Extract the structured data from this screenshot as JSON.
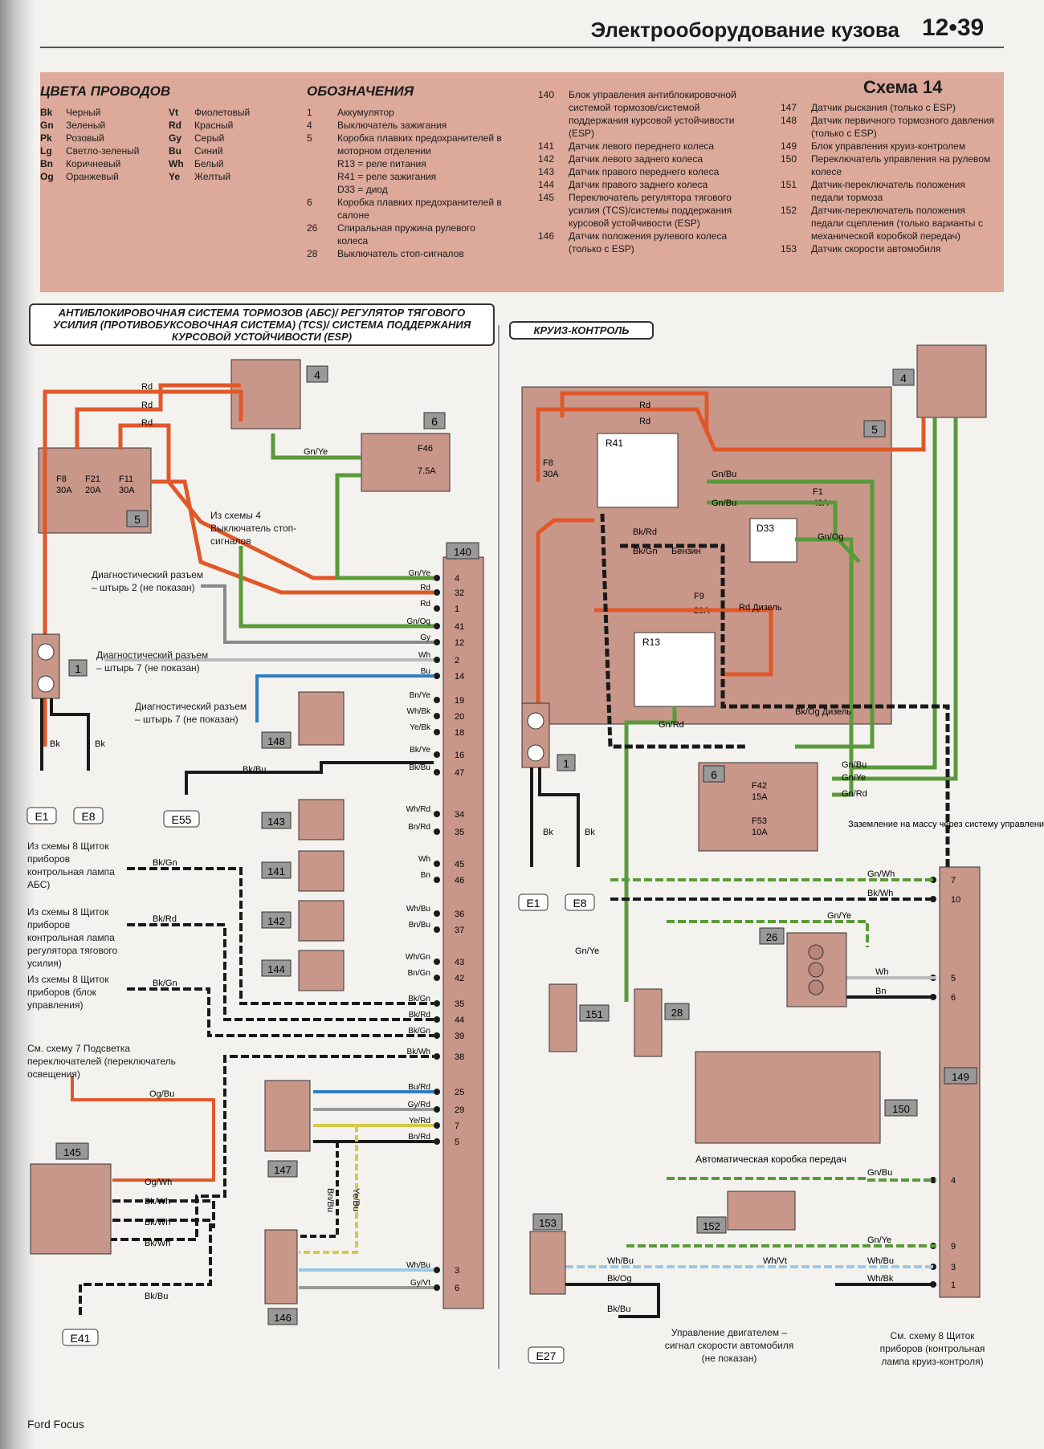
{
  "header": {
    "title": "Электрооборудование кузова",
    "page": "12•39"
  },
  "legend": {
    "wire_colors_title": "ЦВЕТА ПРОВОДОВ",
    "wire_colors_left": [
      {
        "code": "Bk",
        "name": "Черный"
      },
      {
        "code": "Gn",
        "name": "Зеленый"
      },
      {
        "code": "Pk",
        "name": "Розовый"
      },
      {
        "code": "Lg",
        "name": "Светло-зеленый"
      },
      {
        "code": "Bn",
        "name": "Коричневый"
      },
      {
        "code": "Og",
        "name": "Оранжевый"
      }
    ],
    "wire_colors_right": [
      {
        "code": "Vt",
        "name": "Фиолетовый"
      },
      {
        "code": "Rd",
        "name": "Красный"
      },
      {
        "code": "Gy",
        "name": "Серый"
      },
      {
        "code": "Bu",
        "name": "Синий"
      },
      {
        "code": "Wh",
        "name": "Белый"
      },
      {
        "code": "Ye",
        "name": "Желтый"
      }
    ],
    "designations_title": "ОБОЗНАЧЕНИЯ",
    "scheme_label": "Схема 14",
    "items_col1": [
      {
        "num": "1",
        "text": "Аккумулятор"
      },
      {
        "num": "4",
        "text": "Выключатель зажигания"
      },
      {
        "num": "5",
        "text": "Коробка плавких предохранителей в моторном отделении"
      },
      {
        "num": "",
        "text": "R13 = реле питания"
      },
      {
        "num": "",
        "text": "R41 = реле зажигания"
      },
      {
        "num": "",
        "text": "D33 = диод"
      },
      {
        "num": "6",
        "text": "Коробка плавких предохранителей в салоне"
      },
      {
        "num": "26",
        "text": "Спиральная пружина рулевого колеса"
      },
      {
        "num": "28",
        "text": "Выключатель стоп-сигналов"
      }
    ],
    "items_col2": [
      {
        "num": "140",
        "text": "Блок управления антиблокировочной системой тормозов/системой поддержания курсовой устойчивости (ESP)"
      },
      {
        "num": "141",
        "text": "Датчик левого переднего колеса"
      },
      {
        "num": "142",
        "text": "Датчик левого заднего колеса"
      },
      {
        "num": "143",
        "text": "Датчик правого переднего колеса"
      },
      {
        "num": "144",
        "text": "Датчик правого заднего колеса"
      },
      {
        "num": "145",
        "text": "Переключатель регулятора тягового усилия (TCS)/системы поддержания курсовой устойчивости (ESP)"
      },
      {
        "num": "146",
        "text": "Датчик положения рулевого колеса (только с ESP)"
      }
    ],
    "items_col3": [
      {
        "num": "147",
        "text": "Датчик рыскания (только с ESP)"
      },
      {
        "num": "148",
        "text": "Датчик первичного тормозного давления (только с ESP)"
      },
      {
        "num": "149",
        "text": "Блок управления круиз-контролем"
      },
      {
        "num": "150",
        "text": "Переключатель управления на рулевом колесе"
      },
      {
        "num": "151",
        "text": "Датчик-переключатель положения педали тормоза"
      },
      {
        "num": "152",
        "text": "Датчик-переключатель положения педали сцепления (только варианты с механической коробкой передач)"
      },
      {
        "num": "153",
        "text": "Датчик скорости автомобиля"
      }
    ]
  },
  "left_diagram": {
    "section_title": "АНТИБЛОКИРОВОЧНАЯ СИСТЕМА ТОРМОЗОВ (АБС)/ РЕГУЛЯТОР ТЯГОВОГО УСИЛИЯ (ПРОТИВОБУКСОВОЧНАЯ СИСТЕМА) (TCS)/ СИСТЕМА ПОДДЕРЖАНИЯ КУРСОВОЙ УСТОЙЧИВОСТИ (ESP)",
    "fuses": [
      {
        "id": "F8",
        "rating": "30A"
      },
      {
        "id": "F21",
        "rating": "20A"
      },
      {
        "id": "F11",
        "rating": "30A"
      },
      {
        "id": "F46",
        "rating": "7.5A"
      }
    ],
    "pins_140": [
      "4",
      "32",
      "1",
      "41",
      "12",
      "2",
      "14",
      "19",
      "20",
      "18",
      "16",
      "47",
      "34",
      "35",
      "45",
      "46",
      "36",
      "37",
      "43",
      "42",
      "35",
      "44",
      "39",
      "38",
      "25",
      "29",
      "7",
      "5",
      "3",
      "6"
    ],
    "wires_140": [
      "Gn/Ye",
      "Rd",
      "Rd",
      "Gn/Og",
      "Gy",
      "Wh",
      "Bu",
      "Bn/Ye",
      "Wh/Bk",
      "Ye/Bk",
      "Bk/Ye",
      "Bk/Bu",
      "Wh/Rd",
      "Bn/Rd",
      "Wh",
      "Bn",
      "Wh/Bu",
      "Bn/Bu",
      "Wh/Gn",
      "Bn/Gn",
      "Bk/Gn",
      "Bk/Rd",
      "Bk/Gn",
      "Bk/Wh",
      "Bu/Rd",
      "Gy/Rd",
      "Ye/Rd",
      "Bn/Rd",
      "Wh/Bu",
      "Gy/Vt"
    ],
    "notes": {
      "stop": "Из схемы 4 Выключатель стоп-сигналов",
      "diag2": "Диагностический разъем – штырь 2 (не показан)",
      "diag7a": "Диагностический разъем – штырь 7 (не показан)",
      "diag7b": "Диагностический разъем – штырь 7 (не показан)",
      "s8a": "Из схемы 8 Щиток приборов контрольная лампа АБС)",
      "s8b": "Из схемы 8 Щиток приборов контрольная лампа регулятора тягового усилия)",
      "s8c": "Из схемы 8 Щиток приборов (блок управления)",
      "s7": "См. схему 7 Подсветка переключателей (переключатель освещения)"
    },
    "wire_labels": {
      "rd": "Rd",
      "gnye": "Gn/Ye",
      "bkbu": "Bk/Bu",
      "bkgn": "Bk/Gn",
      "bkrd": "Bk/Rd",
      "bkgn2": "Bk/Gn",
      "ogbu": "Og/Bu",
      "ogwh": "Og/Wh",
      "bkwh": "Bk/Wh",
      "bkwh2": "Bk/Wh",
      "bkwh3": "Bk/Wh",
      "bkbu2": "Bk/Bu",
      "bnbu": "Bn/Bu",
      "yebu": "Ye/Bu",
      "bk": "Bk"
    },
    "grounds": [
      "E1",
      "E8",
      "E55",
      "E41"
    ],
    "components": {
      "c4": "4",
      "c6": "6",
      "c5": "5",
      "c1": "1",
      "c148": "148",
      "c143": "143",
      "c141": "141",
      "c142": "142",
      "c144": "144",
      "c145": "145",
      "c147": "147",
      "c146": "146",
      "c140": "140"
    }
  },
  "right_diagram": {
    "section_title": "КРУИЗ-КОНТРОЛЬ",
    "relays": [
      "R41",
      "R13",
      "D33"
    ],
    "fuses": [
      {
        "id": "F8",
        "rating": "30A"
      },
      {
        "id": "F1",
        "rating": "40A"
      },
      {
        "id": "F9",
        "rating": "20A"
      },
      {
        "id": "F42",
        "rating": "15A"
      },
      {
        "id": "F53",
        "rating": "10A"
      }
    ],
    "wire_labels": {
      "rd": "Rd",
      "gnbu": "Gn/Bu",
      "bkrd": "Bk/Rd",
      "bkgn": "Bk/Gn",
      "benzin": "Бензин",
      "gnog": "Gn/Og",
      "rddiz": "Rd Дизель",
      "bkogdiz": "Bk/Og Дизель",
      "gnrd": "Gn/Rd",
      "gnye": "Gn/Ye",
      "gnwh": "Gn/Wh",
      "bkwh": "Bk/Wh",
      "wh": "Wh",
      "bn": "Bn",
      "whbu": "Wh/Bu",
      "whvt": "Wh/Vt",
      "whbk": "Wh/Bk",
      "bkog": "Bk/Og",
      "bkbu": "Bk/Bu",
      "bk": "Bk"
    },
    "pins_149": [
      "7",
      "10",
      "5",
      "6",
      "4",
      "9",
      "3",
      "1"
    ],
    "notes": {
      "ground": "Заземление на массу через систему управления двигателем (не показано)",
      "atx": "Автоматическая коробка передач",
      "engine": "Управление двигателем – сигнал скорости автомобиля (не показан)",
      "s8": "См. схему 8 Щиток приборов (контрольная лампа круиз-контроля)"
    },
    "grounds": [
      "E1",
      "E8",
      "E27"
    ],
    "components": {
      "c4": "4",
      "c5": "5",
      "c1": "1",
      "c6": "6",
      "c26": "26",
      "c151": "151",
      "c28": "28",
      "c150": "150",
      "c152": "152",
      "c153": "153",
      "c149": "149"
    }
  },
  "footer": "Ford Focus",
  "colors": {
    "red": "#e0582a",
    "green": "#5a9a3a",
    "black": "#1a1a1a",
    "blue": "#2f7fc1",
    "panel": "#c8978a",
    "legend_bg": "#dca99a"
  }
}
